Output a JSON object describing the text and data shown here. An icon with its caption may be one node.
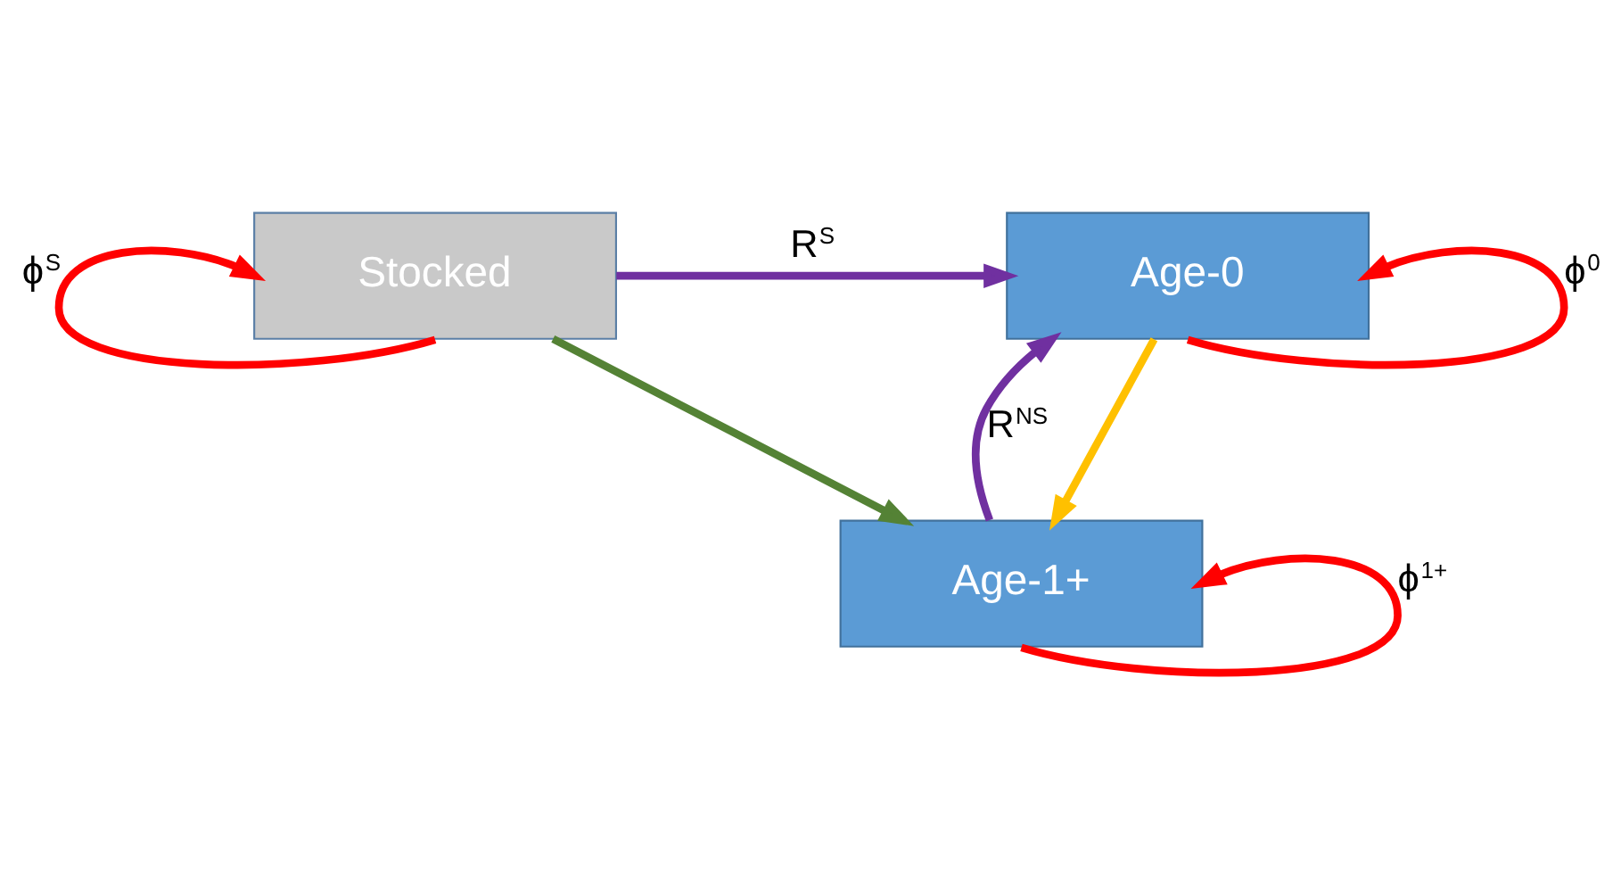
{
  "diagram": {
    "nodes": [
      {
        "text": [
          "Age-0"
        ]
      },
      {
        "text": [
          "Age-1+"
        ]
      },
      {
        "text": [
          "Stocked"
        ]
      }
    ],
    "edges": [
      {
        "from": 0,
        "to": 0,
        "arrow": "to",
        "label": "ϕ$^{0}$"
      },
      {
        "from": 0,
        "to": 1,
        "arrow": "to",
        "color": "#ffc000"
      },
      {
        "from": 1,
        "to": 0,
        "arrow": "to",
        "label": "R$^{NS}$",
        "color": "#7030a0"
      },
      {
        "from": 2,
        "to": 0,
        "arrow": "to",
        "label": "R$^{S}$",
        "color": "#7030a0"
      },
      {
        "from": 2,
        "to": 1,
        "arrow": "to",
        "color": "#548235"
      },
      {
        "from": 1,
        "to": 1,
        "arrow": "to",
        "label": "ϕ$^{1+}$"
      },
      {
        "from": 2,
        "to": 2,
        "arrow": "to",
        "label": "ϕ$^{S}$"
      }
    ]
  }
}
